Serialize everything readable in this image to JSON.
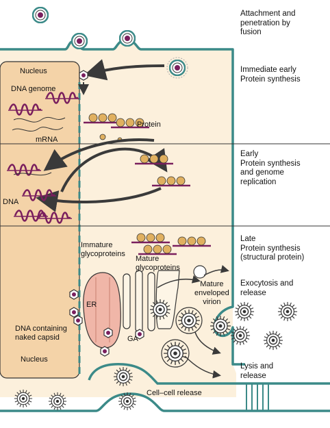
{
  "steps": [
    {
      "lines": [
        "Attachment and",
        "penetration by",
        "fusion"
      ]
    },
    {
      "lines": [
        "Immediate early",
        "Protein synthesis"
      ]
    },
    {
      "lines": [
        "Early",
        "Protein synthesis",
        "and genome",
        "replication"
      ]
    },
    {
      "lines": [
        "Late",
        "Protein synthesis",
        "(structural protein)"
      ]
    },
    {
      "lines": [
        "Exocytosis and",
        "release"
      ]
    },
    {
      "lines": [
        "Lysis and",
        "release"
      ]
    }
  ],
  "labels": {
    "nucleus_top": "Nucleus",
    "dna_genome": "DNA genome",
    "mrna": "mRNA",
    "protein": "Protein",
    "dna": "DNA",
    "immature_gp": [
      "Immature",
      "glycoproteins"
    ],
    "mature_gp": [
      "Mature",
      "glycoproteins"
    ],
    "mature_virion": [
      "Mature",
      "enveloped",
      "virion"
    ],
    "er": "ER",
    "ga": "GA",
    "naked_capsid": [
      "DNA containing",
      "naked capsid"
    ],
    "nucleus_bottom": "Nucleus",
    "cell_cell": "Cell–cell release"
  },
  "colors": {
    "cytoplasm": "#fcf0dc",
    "nucleus": "#f4d3a8",
    "membrane": "#3b8a88",
    "dna": "#7a1f5e",
    "protein": "#e0b060",
    "er": "#f0b6a8",
    "arrow": "#3a3a3a"
  }
}
